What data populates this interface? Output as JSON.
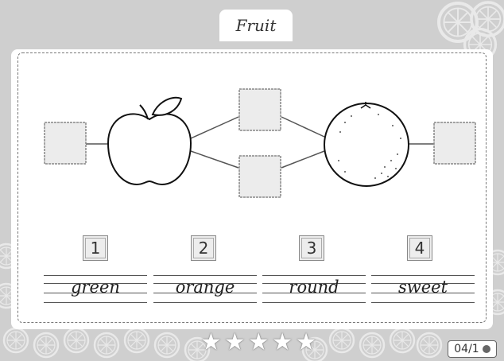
{
  "app": {
    "title": "Fruit"
  },
  "numbers": [
    {
      "label": "1"
    },
    {
      "label": "2"
    },
    {
      "label": "3"
    },
    {
      "label": "4"
    }
  ],
  "words": [
    {
      "text": "green"
    },
    {
      "text": "orange"
    },
    {
      "text": "round"
    },
    {
      "text": "sweet"
    }
  ],
  "stars": {
    "symbol": "★",
    "count": 5
  },
  "page_indicator": {
    "label": "04/1"
  },
  "colors": {
    "background": "#cfcfcf",
    "card": "#ffffff",
    "answer_box": "#ececec",
    "outline": "#888888"
  }
}
